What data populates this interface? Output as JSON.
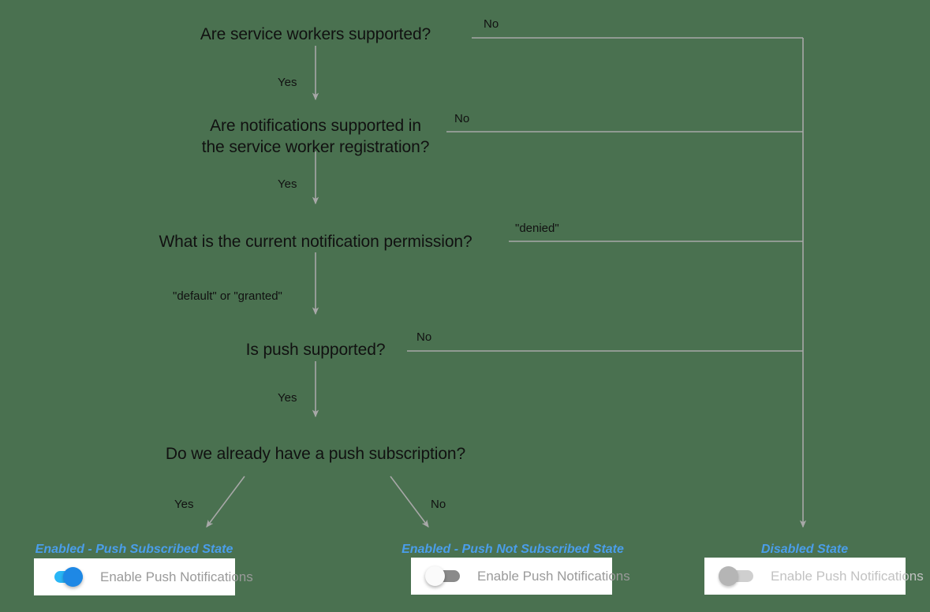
{
  "diagram": {
    "title": "Push notification enablement decision flow",
    "background_color": "#4a7150",
    "line_color": "#a8a8a8",
    "text_color": "#111111",
    "accent_color": "#4a9eea"
  },
  "nodes": [
    {
      "id": "q1",
      "text": "Are service workers supported?"
    },
    {
      "id": "q2_line1",
      "text": "Are notifications supported in"
    },
    {
      "id": "q2_line2",
      "text": "the service worker registration?"
    },
    {
      "id": "q3",
      "text": "What is the current notification permission?"
    },
    {
      "id": "q4",
      "text": "Is push supported?"
    },
    {
      "id": "q5",
      "text": "Do we already have a push subscription?"
    }
  ],
  "edge_labels": [
    {
      "id": "e1_no",
      "text": "No"
    },
    {
      "id": "e1_yes",
      "text": "Yes"
    },
    {
      "id": "e2_no",
      "text": "No"
    },
    {
      "id": "e2_yes",
      "text": "Yes"
    },
    {
      "id": "e3_denied",
      "text": "\"denied\""
    },
    {
      "id": "e3_default",
      "text": "\"default\" or \"granted\""
    },
    {
      "id": "e4_no",
      "text": "No"
    },
    {
      "id": "e4_yes",
      "text": "Yes"
    },
    {
      "id": "e5_yes",
      "text": "Yes"
    },
    {
      "id": "e5_no",
      "text": "No"
    }
  ],
  "outcomes": [
    {
      "id": "subscribed",
      "state_label": "Enabled - Push Subscribed State",
      "toggle": {
        "label": "Enable Push Notifications",
        "state": "on"
      }
    },
    {
      "id": "not-subscribed",
      "state_label": "Enabled - Push Not Subscribed State",
      "toggle": {
        "label": "Enable Push Notifications",
        "state": "off"
      }
    },
    {
      "id": "disabled",
      "state_label": "Disabled State",
      "toggle": {
        "label": "Enable Push Notifications",
        "state": "disabled"
      }
    }
  ]
}
